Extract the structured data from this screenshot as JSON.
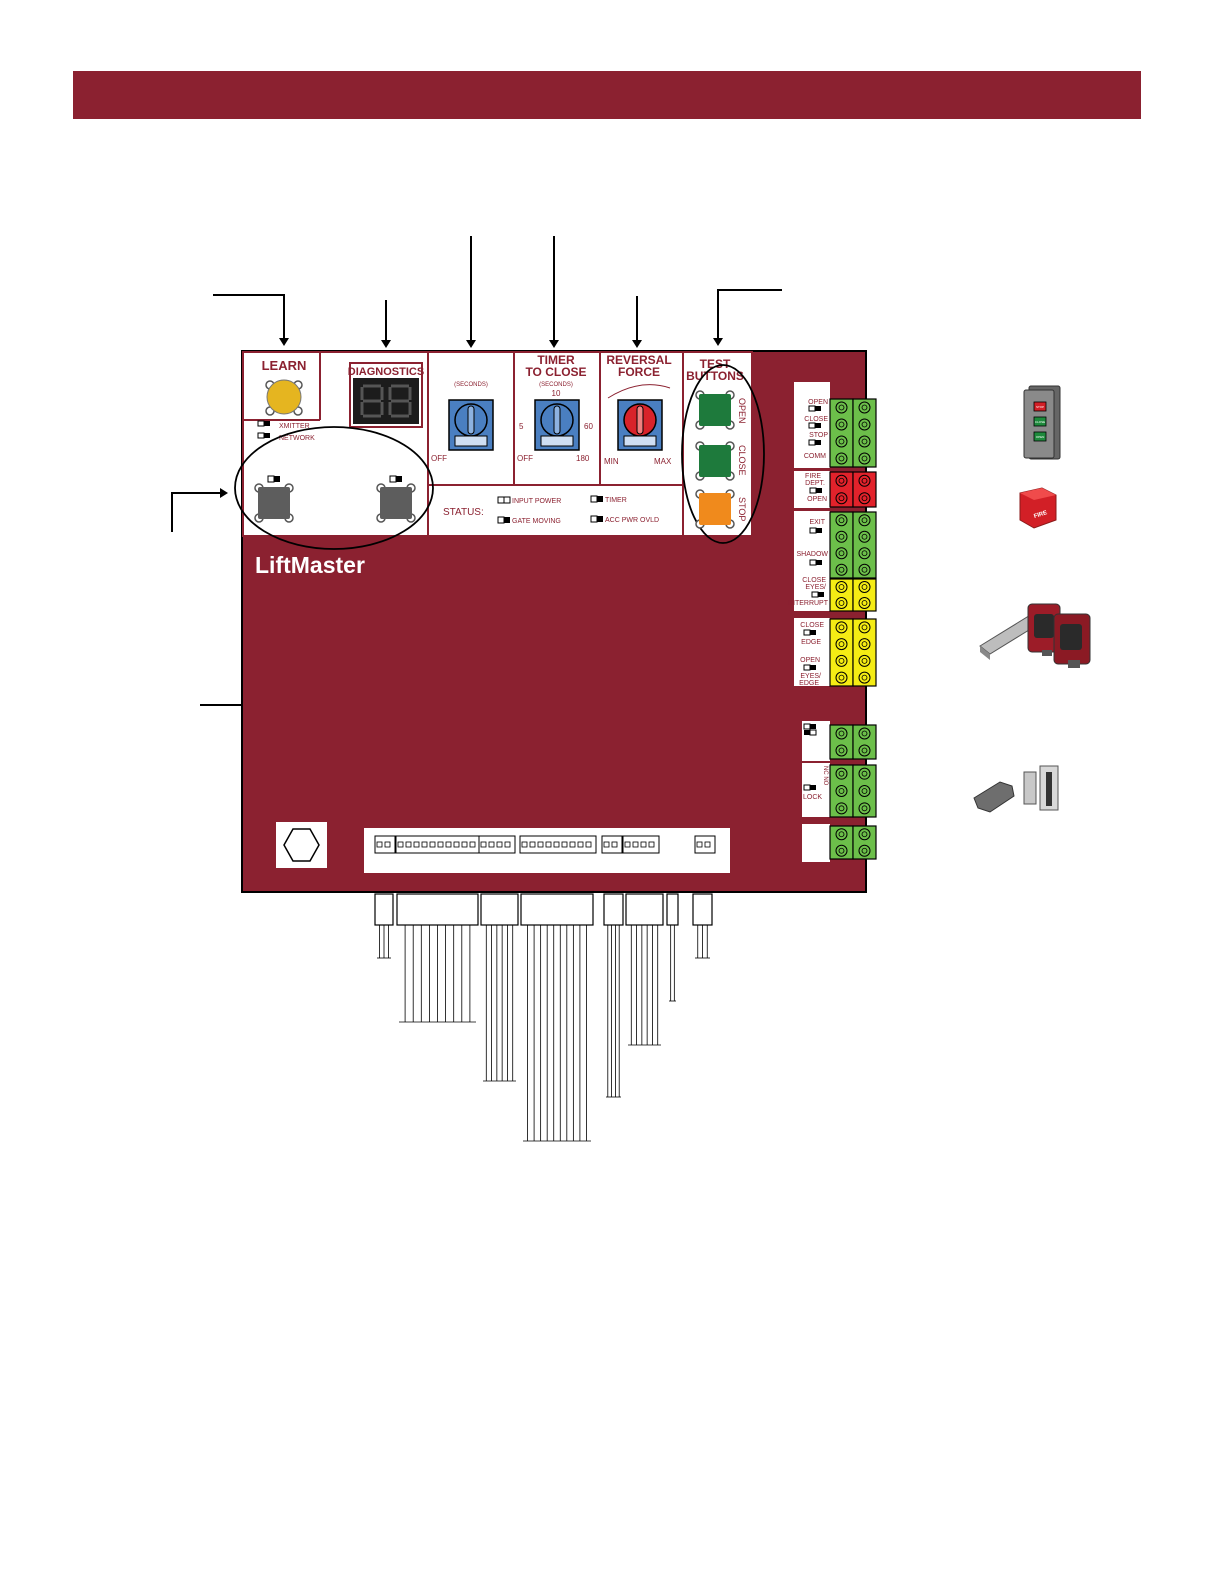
{
  "colors": {
    "board": "#8b2130",
    "header": "#8b2130",
    "label": "#8b2130",
    "knob_blue": "#4a7fc1",
    "knob_red": "#d8232a",
    "btn_green": "#1e7a3c",
    "btn_orange": "#f08a1c",
    "learn_yellow": "#e5b520",
    "term_green": "#6cbf4a",
    "term_red": "#e2222b",
    "term_yellow": "#f5ec14"
  },
  "panel": {
    "learn": {
      "title": "LEARN",
      "xmitter": "XMITTER",
      "network": "NETWORK"
    },
    "diagnostics": {
      "title": "DIAGNOSTICS"
    },
    "timer_knob": {
      "seconds": "(SECONDS)",
      "off": "OFF"
    },
    "timer_to_close": {
      "title1": "TIMER",
      "title2": "TO CLOSE",
      "seconds": "(SECONDS)",
      "v10": "10",
      "v5": "5",
      "v60": "60",
      "off": "OFF",
      "v180": "180"
    },
    "reversal_force": {
      "title1": "REVERSAL",
      "title2": "FORCE",
      "min": "MIN",
      "max": "MAX"
    },
    "test_buttons": {
      "title1": "TEST",
      "title2": "BUTTONS",
      "open": "OPEN",
      "close": "CLOSE",
      "stop": "STOP"
    },
    "status": {
      "label": "STATUS:",
      "input_power": "INPUT POWER",
      "gate_moving": "GATE MOVING",
      "timer": "TIMER",
      "acc_pwr_ovld": "ACC PWR OVLD"
    },
    "brand": "LiftMaster"
  },
  "terminals": {
    "open": "OPEN",
    "close": "CLOSE",
    "stop": "STOP",
    "comm": "COMM",
    "fire": "FIRE",
    "dept": "DEPT.",
    "fire_open": "OPEN",
    "exit": "EXIT",
    "shadow": "SHADOW",
    "close_eyes": "CLOSE",
    "eyes_interrupt": "EYES/",
    "interrupt": "INTERRUPT",
    "close_edge": "CLOSE",
    "edge": "EDGE",
    "open_eyes": "OPEN",
    "eyes_edge": "EYES/",
    "edge2": "EDGE",
    "lock": "LOCK",
    "nc_no": "NC NO"
  },
  "accessories": {
    "station": {
      "b1": "STOP",
      "b2": "CLOSE",
      "b3": "OPEN"
    },
    "fire_box": "FIRE"
  }
}
